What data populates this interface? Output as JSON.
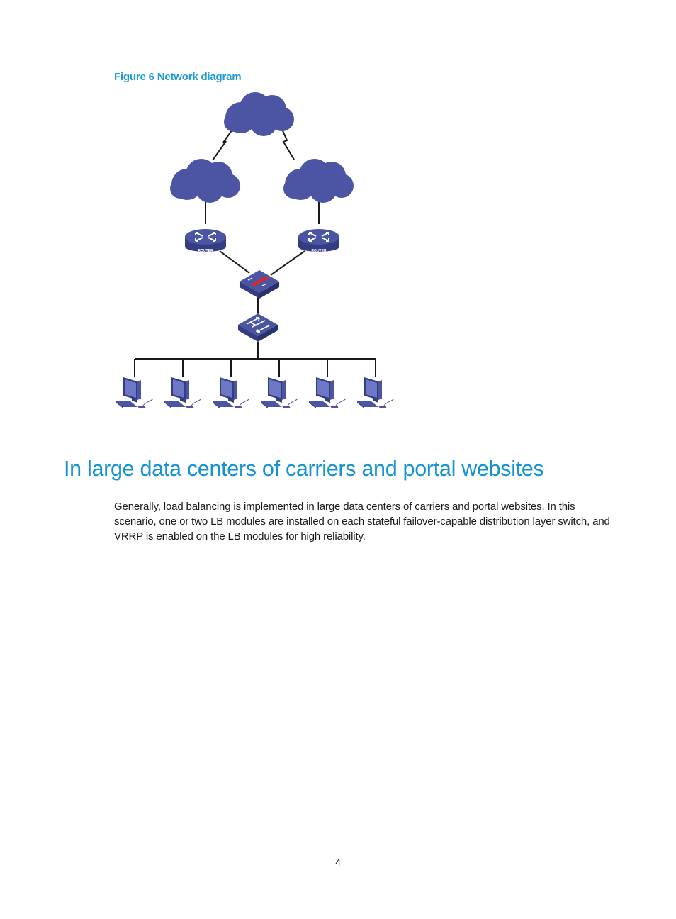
{
  "figure": {
    "caption": "Figure 6 Network diagram",
    "icons": {
      "cloud": "cloud-icon",
      "router": "router-icon",
      "firewall": "firewall-icon",
      "switch": "switch-icon",
      "pc": "pc-icon"
    },
    "router_label": "ROUTER",
    "colors": {
      "device": "#4b55a3",
      "device_dark": "#353d82",
      "device_light": "#8b93d1",
      "firewall_bar": "#d42a2a",
      "line": "#1a1a1a"
    }
  },
  "section": {
    "heading": "In large data centers of carriers and portal websites",
    "body": "Generally, load balancing is implemented in large data centers of carriers and portal websites. In this scenario, one or two LB modules are installed on each stateful failover-capable distribution layer switch, and VRRP is enabled on the LB modules for high reliability."
  },
  "page": {
    "number": "4"
  }
}
